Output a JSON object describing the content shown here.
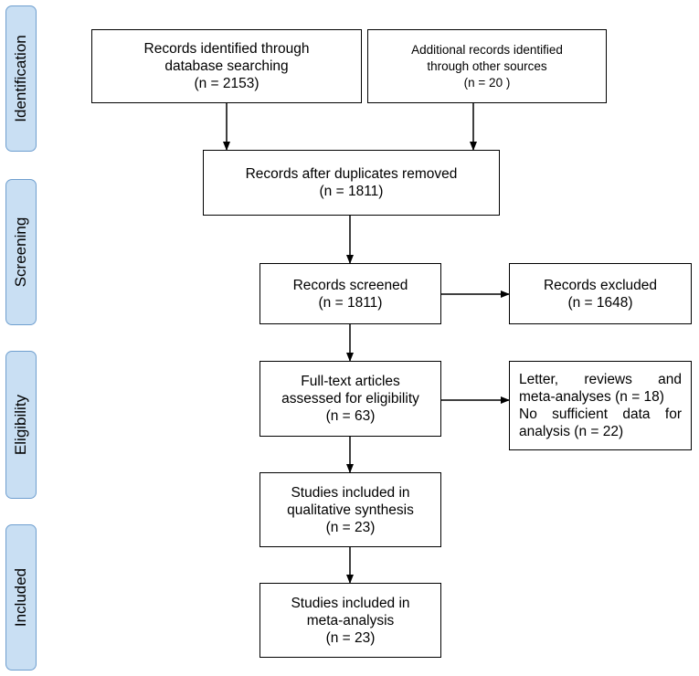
{
  "stages": {
    "identification": "Identification",
    "screening": "Screening",
    "eligibility": "Eligibility",
    "included": "Included"
  },
  "boxes": {
    "database_search": {
      "line1": "Records identified through",
      "line2": "database searching",
      "line3": "(n = 2153)"
    },
    "other_sources": {
      "line1": "Additional records identified",
      "line2": "through other sources",
      "line3": "(n = 20 )"
    },
    "duplicates_removed": {
      "line1": "Records after duplicates removed",
      "line2": "(n = 1811)"
    },
    "records_screened": {
      "line1": "Records screened",
      "line2": "(n = 1811)"
    },
    "records_excluded": {
      "line1": "Records excluded",
      "line2": "(n = 1648)"
    },
    "fulltext_assessed": {
      "line1": "Full-text articles",
      "line2": "assessed for eligibility",
      "line3": "(n = 63)"
    },
    "fulltext_excluded": {
      "line1": "Letter, reviews and",
      "line2": "meta-analyses (n = 18)",
      "line3": "No sufficient data for",
      "line4": "analysis (n = 22)"
    },
    "qualitative": {
      "line1": "Studies included in",
      "line2": "qualitative synthesis",
      "line3": "(n = 23)"
    },
    "meta_analysis": {
      "line1": "Studies included in",
      "line2": "meta-analysis",
      "line3": "(n = 23)"
    }
  }
}
